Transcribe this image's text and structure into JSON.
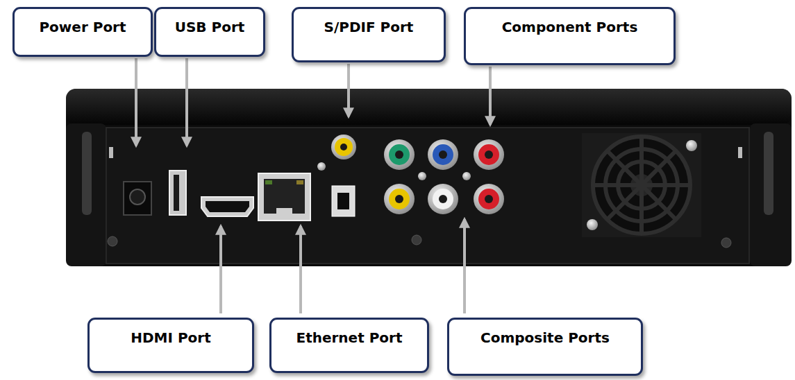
{
  "diagram": {
    "nodes": [
      {
        "text": [
          "Power Port"
        ]
      },
      {
        "text": [
          "USB Port"
        ]
      },
      {
        "text": [
          "S/PDIF Port"
        ]
      },
      {
        "text": [
          "Component Ports"
        ]
      },
      {
        "text": [
          "HDMI Port"
        ]
      },
      {
        "text": [
          "Ethernet Port"
        ]
      },
      {
        "text": [
          "Composite Ports"
        ]
      }
    ]
  }
}
